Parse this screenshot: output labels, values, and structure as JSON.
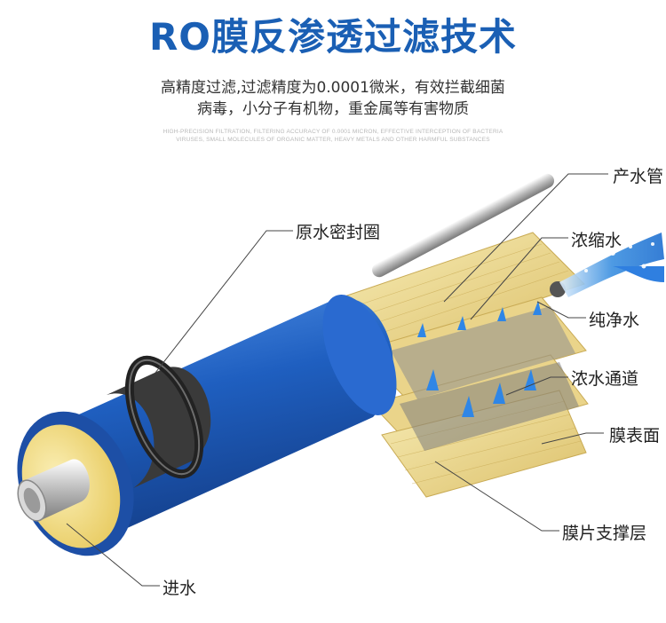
{
  "title": "RO膜反渗透过滤技术",
  "subtitle": {
    "line1": "高精度过滤,过滤精度为0.0001微米，有效拦截细菌",
    "line2": "病毒，小分子有机物，重金属等有害物质"
  },
  "english_caption": {
    "line1": "HIGH-PRECISION FILTRATION, FILTERING ACCURACY OF 0.0001 MICRON, EFFECTIVE INTERCEPTION OF BACTERIA",
    "line2": "VIRUSES, SMALL MOLECULES OF ORGANIC MATTER, HEAVY METALS AND OTHER HARMFUL SUBSTANCES"
  },
  "labels": {
    "water_outlet_pipe": "产水管",
    "concentrate": "浓缩水",
    "raw_water_seal_ring": "原水密封圈",
    "pure_water": "纯净水",
    "concentrate_channel": "浓水通道",
    "membrane_surface": "膜表面",
    "membrane_support_layer": "膜片支撑层",
    "water_inlet": "进水"
  },
  "colors": {
    "title": "#1a5fb4",
    "cylinder_blue": "#1f5fc0",
    "membrane_yellow": "#efdb8e",
    "water_blue": "#3a8fe0"
  }
}
